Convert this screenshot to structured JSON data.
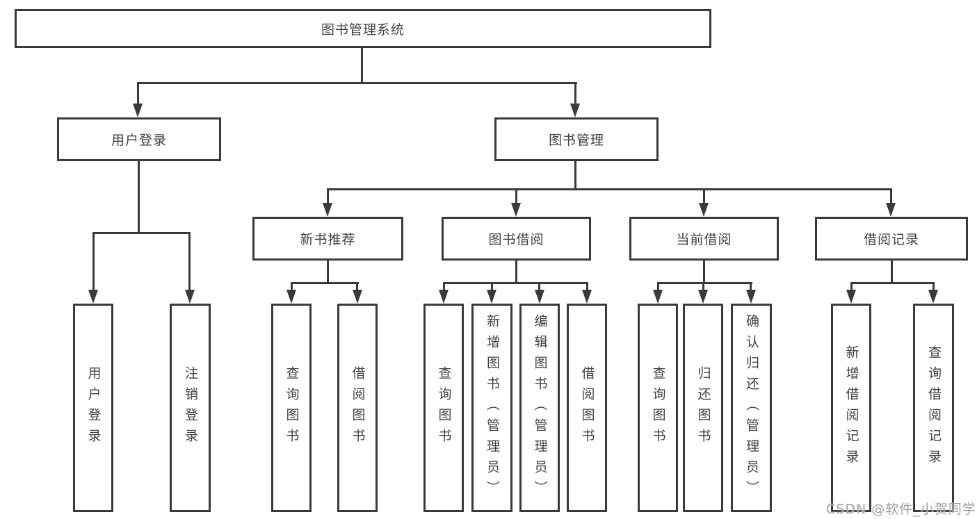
{
  "theme": {
    "line_color": "#3a3a3a",
    "text_color": "#424242",
    "box_bg": "#ffffff",
    "watermark_color": "#9e9e9e"
  },
  "diagram": {
    "nodes": {
      "root": {
        "label": "图书管理系统"
      },
      "user_login": {
        "label": "用户登录"
      },
      "book_management": {
        "label": "图书管理"
      },
      "new_book_recommend": {
        "label": "新书推荐"
      },
      "book_borrowing": {
        "label": "图书借阅"
      },
      "current_borrowing": {
        "label": "当前借阅"
      },
      "borrowing_records": {
        "label": "借阅记录"
      },
      "leaf_user_login": {
        "label": "用户登录"
      },
      "leaf_logout": {
        "label": "注销登录"
      },
      "leaf_query_book_a": {
        "label": "查询图书"
      },
      "leaf_borrow_book_a": {
        "label": "借阅图书"
      },
      "leaf_query_book_b": {
        "label": "查询图书"
      },
      "leaf_add_book_admin": {
        "label": "新增图书（管理员）"
      },
      "leaf_edit_book_admin": {
        "label": "编辑图书（管理员）"
      },
      "leaf_borrow_book_b": {
        "label": "借阅图书"
      },
      "leaf_query_book_c": {
        "label": "查询图书"
      },
      "leaf_return_book": {
        "label": "归还图书"
      },
      "leaf_confirm_return_admin": {
        "label": "确认归还（管理员）"
      },
      "leaf_add_borrow_record": {
        "label": "新增借阅记录"
      },
      "leaf_query_borrow_record": {
        "label": "查询借阅记录"
      }
    },
    "watermark": "CSDN @软件_小贺同学"
  }
}
